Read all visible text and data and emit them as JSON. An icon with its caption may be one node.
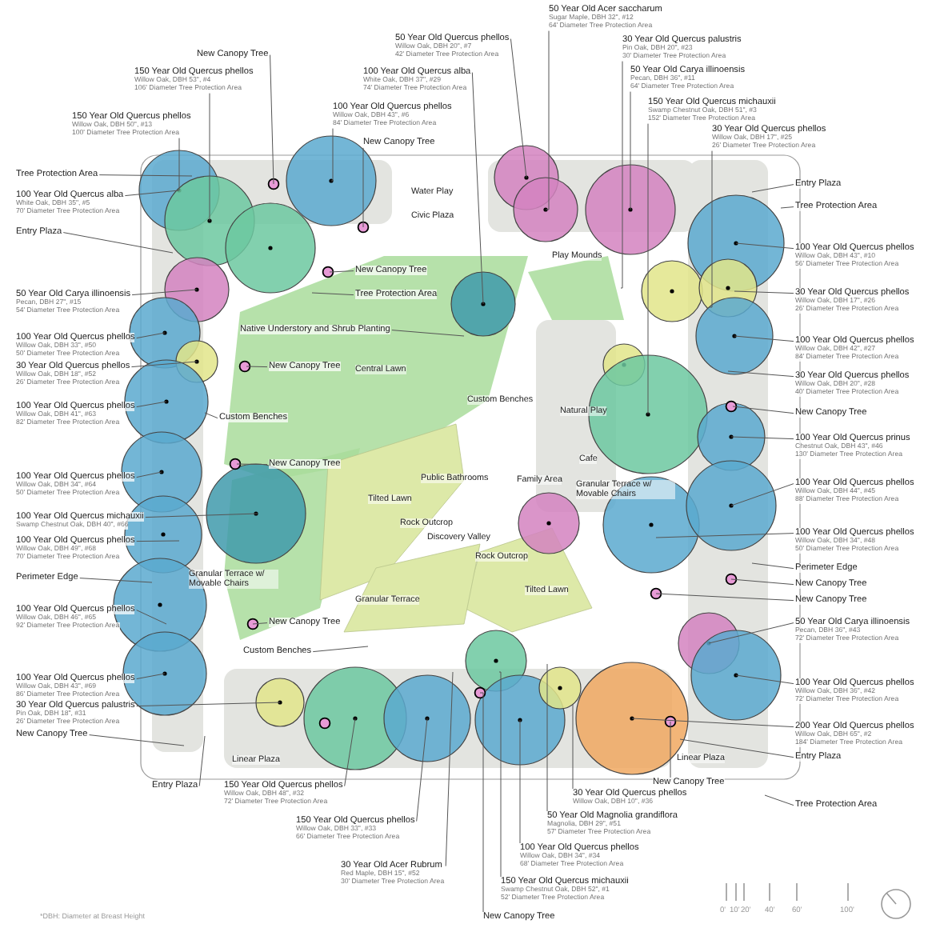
{
  "diagram": {
    "nodes": [
      {
        "text": [
          "New Canopy Tree"
        ]
      },
      {
        "text": [
          "150 Year Old Quercus phellos",
          "Willow Oak, DBH 53\", #4",
          "106' Diameter Tree Protection Area"
        ]
      },
      {
        "text": [
          "150 Year Old Quercus phellos",
          "Willow Oak, DBH 50\", #13",
          "100' Diameter Tree Protection Area"
        ]
      },
      {
        "text": [
          "50 Year Old Quercus phellos",
          "Willow Oak, DBH 20\", #7",
          "42' Diameter Tree Protection Area"
        ]
      },
      {
        "text": [
          "100 Year Old Quercus alba",
          "White Oak, DBH 37\", #29",
          "74' Diameter Tree Protection Area"
        ]
      },
      {
        "text": [
          "100 Year Old Quercus phellos",
          "Willow Oak, DBH 43\", #6",
          "84' Diameter Tree Protection Area"
        ]
      },
      {
        "text": [
          "New Canopy Tree"
        ]
      },
      {
        "text": [
          "50 Year Old Acer saccharum",
          "Sugar Maple, DBH 32\", #12",
          "64' Diameter Tree Protection Area"
        ]
      },
      {
        "text": [
          "30 Year Old Quercus palustris",
          "Pin Oak, DBH 20\", #23",
          "30' Diameter Tree Protection Area"
        ]
      },
      {
        "text": [
          "50 Year Old Carya illinoensis",
          "Pecan, DBH 36\", #11",
          "64' Diameter Tree Protection Area"
        ]
      },
      {
        "text": [
          "150 Year Old Quercus michauxii",
          "Swamp Chestnut Oak, DBH 51\", #3",
          "152' Diameter Tree Protection Area"
        ]
      },
      {
        "text": [
          "30 Year Old Quercus phellos",
          "Willow Oak, DBH 17\", #25",
          "26' Diameter Tree Protection Area"
        ]
      },
      {
        "text": [
          "Tree Protection Area"
        ]
      },
      {
        "text": [
          "100 Year Old Quercus alba",
          "White Oak, DBH 35\", #5",
          "70' Diameter Tree Protection Area"
        ]
      },
      {
        "text": [
          "Entry Plaza"
        ]
      },
      {
        "text": [
          "Entry Plaza"
        ]
      },
      {
        "text": [
          "Tree Protection Area"
        ]
      },
      {
        "text": [
          "New Canopy Tree"
        ]
      },
      {
        "text": [
          "Tree Protection Area"
        ]
      },
      {
        "text": [
          "Native Understory and Shrub Planting"
        ]
      },
      {
        "text": [
          "50 Year Old Carya illinoensis",
          "Pecan, DBH 27\", #15",
          "54' Diameter Tree Protection Area"
        ]
      },
      {
        "text": [
          "100 Year Old Quercus phellos",
          "Willow Oak, DBH 33\", #50",
          "50' Diameter Tree Protection Area"
        ]
      },
      {
        "text": [
          "100 Year Old Quercus phellos",
          "Willow Oak, DBH 43\", #10",
          "56' Diameter Tree Protection Area"
        ]
      },
      {
        "text": [
          "30 Year Old Quercus phellos",
          "Willow Oak, DBH 17\", #26",
          "26' Diameter Tree Protection Area"
        ]
      },
      {
        "text": [
          "30 Year Old Quercus phellos",
          "Willow Oak, DBH 18\", #52",
          "26' Diameter Tree Protection Area"
        ]
      },
      {
        "text": [
          "New Canopy Tree"
        ]
      },
      {
        "text": [
          "100 Year Old Quercus phellos",
          "Willow Oak, DBH 42\", #27",
          "84' Diameter Tree Protection Area"
        ]
      },
      {
        "text": [
          "30 Year Old Quercus phellos",
          "Willow Oak, DBH 20\", #28",
          "40' Diameter Tree Protection Area"
        ]
      },
      {
        "text": [
          "100 Year Old Quercus phellos",
          "Willow Oak, DBH 41\", #63",
          "82' Diameter Tree Protection Area"
        ]
      },
      {
        "text": [
          "Custom Benches"
        ]
      },
      {
        "text": [
          "New Canopy Tree"
        ]
      },
      {
        "text": [
          "100 Year Old Quercus prinus",
          "Chestnut Oak, DBH 43\", #46",
          "130' Diameter Tree Protection Area"
        ]
      },
      {
        "text": [
          "New Canopy Tree"
        ]
      },
      {
        "text": [
          "100 Year Old Quercus phellos",
          "Willow Oak, DBH 34\", #64",
          "50' Diameter Tree Protection Area"
        ]
      },
      {
        "text": [
          "100 Year Old Quercus phellos",
          "Willow Oak, DBH 44\", #45",
          "88' Diameter Tree Protection Area"
        ]
      },
      {
        "text": [
          "100 Year Old Quercus michauxii",
          "Swamp Chestnut Oak, DBH 40\", #66"
        ]
      },
      {
        "text": [
          "100 Year Old Quercus phellos",
          "Willow Oak, DBH 49\", #68",
          "70' Diameter Tree Protection Area"
        ]
      },
      {
        "text": [
          "100 Year Old Quercus phellos",
          "Willow Oak, DBH 34\", #48",
          "50' Diameter Tree Protection Area"
        ]
      },
      {
        "text": [
          "Perimeter Edge"
        ]
      },
      {
        "text": [
          "Perimeter Edge"
        ]
      },
      {
        "text": [
          "New Canopy Tree"
        ]
      },
      {
        "text": [
          "New Canopy Tree"
        ]
      },
      {
        "text": [
          "100 Year Old Quercus phellos",
          "Willow Oak, DBH 46\", #65",
          "92' Diameter Tree Protection Area"
        ]
      },
      {
        "text": [
          "New Canopy Tree"
        ]
      },
      {
        "text": [
          "50 Year Old Carya illinoensis",
          "Pecan, DBH 36\", #43",
          "72' Diameter Tree Protection Area"
        ]
      },
      {
        "text": [
          "Custom Benches"
        ]
      },
      {
        "text": [
          "100 Year Old Quercus phellos",
          "Willow Oak, DBH 43\", #69",
          "86' Diameter Tree Protection Area"
        ]
      },
      {
        "text": [
          "100 Year Old Quercus phellos",
          "Willow Oak, DBH 36\", #42",
          "72' Diameter Tree Protection Area"
        ]
      },
      {
        "text": [
          "30 Year Old Quercus palustris",
          "Pin Oak, DBH 18\", #31",
          "26' Diameter Tree Protection Area"
        ]
      },
      {
        "text": [
          "200 Year Old Quercus phellos",
          "Willow Oak, DBH 65\", #2",
          "184' Diameter Tree Protection Area"
        ]
      },
      {
        "text": [
          "New Canopy Tree"
        ]
      },
      {
        "text": [
          "Entry Plaza"
        ]
      },
      {
        "text": [
          "Entry Plaza"
        ]
      },
      {
        "text": [
          "New Canopy Tree"
        ]
      },
      {
        "text": [
          "150 Year Old Quercus phellos",
          "Willow Oak, DBH 48\", #32",
          "72' Diameter Tree Protection Area"
        ]
      },
      {
        "text": [
          "30 Year Old Quercus phellos",
          "Willow Oak, DBH 10\", #36"
        ]
      },
      {
        "text": [
          "Tree Protection Area"
        ]
      },
      {
        "text": [
          "50 Year Old Magnolia grandiflora",
          "Magnolia, DBH 29\", #51",
          "57' Diameter Tree Protection Area"
        ]
      },
      {
        "text": [
          "150 Year Old Quercus phellos",
          "Willow Oak, DBH 33\", #33",
          "66' Diameter Tree Protection Area"
        ]
      },
      {
        "text": [
          "100 Year Old Quercus phellos",
          "Willow Oak, DBH 34\", #34",
          "68' Diameter Tree Protection Area"
        ]
      },
      {
        "text": [
          "30 Year Old Acer Rubrum",
          "Red Maple, DBH 15\", #52",
          "30' Diameter Tree Protection Area"
        ]
      },
      {
        "text": [
          "150 Year Old Quercus michauxii",
          "Swamp Chestnut Oak, DBH 52\", #1",
          "52' Diameter Tree Protection Area"
        ]
      },
      {
        "text": [
          "New Canopy Tree"
        ]
      }
    ],
    "edges": [
      {
        "from": 0,
        "to": null,
        "arrow": "none"
      },
      {
        "from": 1,
        "to": null,
        "arrow": "none"
      },
      {
        "from": 2,
        "to": null,
        "arrow": "none"
      },
      {
        "from": 3,
        "to": null,
        "arrow": "none"
      },
      {
        "from": 4,
        "to": null,
        "arrow": "none"
      },
      {
        "from": 5,
        "to": null,
        "arrow": "none"
      },
      {
        "from": 6,
        "to": null,
        "arrow": "none"
      },
      {
        "from": 7,
        "to": null,
        "arrow": "none"
      },
      {
        "from": 8,
        "to": null,
        "arrow": "none"
      },
      {
        "from": 9,
        "to": null,
        "arrow": "none"
      },
      {
        "from": 10,
        "to": null,
        "arrow": "none"
      },
      {
        "from": 11,
        "to": null,
        "arrow": "none"
      },
      {
        "from": 12,
        "to": null,
        "arrow": "none"
      },
      {
        "from": 13,
        "to": null,
        "arrow": "none"
      },
      {
        "from": 14,
        "to": null,
        "arrow": "none"
      },
      {
        "from": 15,
        "to": null,
        "arrow": "none"
      },
      {
        "from": 16,
        "to": null,
        "arrow": "none"
      },
      {
        "from": 17,
        "to": null,
        "arrow": "none"
      },
      {
        "from": 18,
        "to": null,
        "arrow": "none"
      },
      {
        "from": 19,
        "to": null,
        "arrow": "none"
      },
      {
        "from": 20,
        "to": null,
        "arrow": "none"
      },
      {
        "from": 21,
        "to": null,
        "arrow": "none"
      },
      {
        "from": 22,
        "to": null,
        "arrow": "none"
      },
      {
        "from": 23,
        "to": null,
        "arrow": "none"
      },
      {
        "from": 24,
        "to": null,
        "arrow": "none"
      },
      {
        "from": 25,
        "to": null,
        "arrow": "none"
      },
      {
        "from": 26,
        "to": null,
        "arrow": "none"
      },
      {
        "from": 27,
        "to": null,
        "arrow": "none"
      },
      {
        "from": 28,
        "to": null,
        "arrow": "none"
      },
      {
        "from": 29,
        "to": null,
        "arrow": "none"
      },
      {
        "from": 30,
        "to": null,
        "arrow": "none"
      },
      {
        "from": 31,
        "to": null,
        "arrow": "none"
      },
      {
        "from": 32,
        "to": null,
        "arrow": "none"
      },
      {
        "from": 33,
        "to": null,
        "arrow": "none"
      },
      {
        "from": 34,
        "to": null,
        "arrow": "none"
      },
      {
        "from": 35,
        "to": null,
        "arrow": "none"
      },
      {
        "from": 36,
        "to": null,
        "arrow": "none"
      },
      {
        "from": 37,
        "to": null,
        "arrow": "none"
      },
      {
        "from": 38,
        "to": null,
        "arrow": "none"
      },
      {
        "from": 39,
        "to": null,
        "arrow": "none"
      },
      {
        "from": 40,
        "to": null,
        "arrow": "none"
      },
      {
        "from": 41,
        "to": null,
        "arrow": "none"
      },
      {
        "from": 42,
        "to": null,
        "arrow": "none"
      },
      {
        "from": 43,
        "to": null,
        "arrow": "none"
      },
      {
        "from": 44,
        "to": null,
        "arrow": "none"
      },
      {
        "from": 45,
        "to": null,
        "arrow": "none"
      },
      {
        "from": 46,
        "to": null,
        "arrow": "none"
      },
      {
        "from": 47,
        "to": null,
        "arrow": "none"
      },
      {
        "from": 48,
        "to": null,
        "arrow": "none"
      },
      {
        "from": 49,
        "to": null,
        "arrow": "none"
      },
      {
        "from": 50,
        "to": null,
        "arrow": "none"
      },
      {
        "from": 51,
        "to": null,
        "arrow": "none"
      },
      {
        "from": 52,
        "to": null,
        "arrow": "none"
      },
      {
        "from": 53,
        "to": null,
        "arrow": "none"
      },
      {
        "from": 54,
        "to": null,
        "arrow": "none"
      },
      {
        "from": 55,
        "to": null,
        "arrow": "none"
      },
      {
        "from": 56,
        "to": null,
        "arrow": "none"
      },
      {
        "from": 57,
        "to": null,
        "arrow": "none"
      },
      {
        "from": 58,
        "to": null,
        "arrow": "none"
      },
      {
        "from": 59,
        "to": null,
        "arrow": "none"
      },
      {
        "from": 60,
        "to": null,
        "arrow": "none"
      },
      {
        "from": 61,
        "to": null,
        "arrow": "none"
      },
      {
        "from": 62,
        "to": null,
        "arrow": "none"
      }
    ],
    "labels": [
      "Water Play",
      "Civic Plaza",
      "Play Mounds",
      "Central Lawn",
      "Custom Benches",
      "Natural Play",
      "Cafe",
      "Public Bathrooms",
      "Family Area",
      "Granular Terrace w/ Movable Chairs",
      "Tilted Lawn",
      "Rock Outcrop",
      "Discovery Valley",
      "Granular Terrace w/ Movable Chairs",
      "Rock Outcrop",
      "Granular Terrace",
      "Tilted Lawn",
      "Linear Plaza",
      "Linear Plaza",
      "*DBH: Diameter at Breast Height",
      "0'",
      "10'",
      "20'",
      "40'",
      "60'",
      "100'"
    ]
  }
}
